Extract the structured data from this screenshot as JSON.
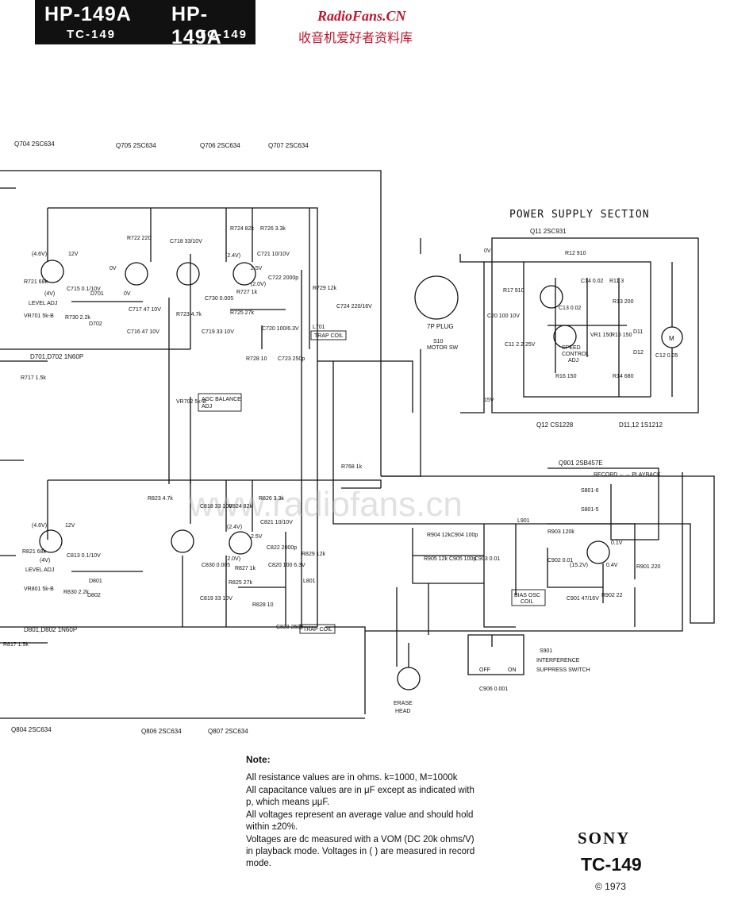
{
  "header": {
    "model_main": [
      "HP-149A",
      "HP-149A"
    ],
    "model_sub": [
      "TC-149",
      "TC-149"
    ],
    "site": "RadioFans.CN",
    "site_cn": "收音机爱好者资料库",
    "watermark": "www.radiofans.cn"
  },
  "transistors_top": [
    "Q704  2SC634",
    "Q705  2SC634",
    "Q706  2SC634",
    "Q707  2SC634"
  ],
  "transistors_bottom": [
    "Q804  2SC634",
    "Q806  2SC634",
    "Q807  2SC634"
  ],
  "power_supply": {
    "title": "POWER SUPPLY SECTION",
    "q11": "Q11  2SC931",
    "q12": "Q12  CS1228",
    "diodes": "D11,12  1S1212",
    "parts": [
      "R12 910",
      "R17 910",
      "C14 0.02",
      "R11 3",
      "R13 200",
      "C13 0.02",
      "VR1 150",
      "R15 150",
      "D11",
      "D12",
      "C12 0.05",
      "R16 150",
      "R14 680",
      "C20 100 10V",
      "C11 2.2 25V"
    ],
    "speed_adj": [
      "SPEED",
      "CONTROL",
      "ADJ"
    ],
    "motor": "M",
    "plug": "7P PLUG",
    "switch": [
      "S10",
      "MOTOR SW"
    ],
    "v_top": "0V",
    "v_bottom": "15V"
  },
  "top_channel": {
    "labels": [
      "R721 68k",
      "C715 0.1/10V",
      "D701",
      "LEVEL ADJ",
      "VR701 5k-B",
      "R730 2.2k",
      "D702",
      "R722 220",
      "C717 47 10V",
      "C716 47 10V",
      "C718 33/10V",
      "R723 4.7k",
      "C719 33 10V",
      "C730 0.005",
      "R724 82k",
      "R726 3.3k",
      "C721 10/10V",
      "C722 2000p",
      "R727 1k",
      "R725 27k",
      "C720 100/6.3V",
      "R728 10",
      "C723 250p",
      "R729 12k",
      "C724 220/16V",
      "L701"
    ],
    "voltages": [
      "(4.6V)",
      "12V",
      "(4V)",
      "0V",
      "0V",
      "(2.4V)",
      "2.5V",
      "(2.0V)"
    ],
    "diode_line": "D701,D702 1N60P",
    "r717": "R717 1.5k",
    "trap_coil": "TRAP COIL"
  },
  "agc": {
    "vr": "VR702 5k-B",
    "label": [
      "AGC BALANCE",
      "ADJ"
    ],
    "r768": "R768 1k"
  },
  "bottom_channel": {
    "labels": [
      "R821 68k",
      "C813 0.1/10V",
      "D801",
      "LEVEL ADJ",
      "VR801 5k-B",
      "R830 2.2k",
      "D802",
      "R823 4.7k",
      "C818 33 10V",
      "C819 33 10V",
      "C830 0.005",
      "R824 82k",
      "R826 3.3k",
      "C821 10/10V",
      "C822 2000p",
      "C820 100 6.3V",
      "R827 1k",
      "R825 27k",
      "R828 10",
      "R829 12k",
      "L801",
      "C823 250p"
    ],
    "voltages": [
      "(4.6V)",
      "12V",
      "(4V)",
      "(2.4V)",
      "2.5V",
      "(2.0V)"
    ],
    "diode_line": "D801,D802 1N60P",
    "r817": "R817 1.5k",
    "trap_coil": "TRAP COIL"
  },
  "bias_osc": {
    "q901": "Q901  2SB457E",
    "rec_pb": "RECORD ←→ PLAYBACK",
    "s801_6": "S801-6",
    "s801_5": "S801-5",
    "parts": [
      "R904 12k",
      "C904 100p",
      "R905 12k",
      "C905 100p",
      "C903 0.01",
      "L901",
      "R903 120k",
      "C902 0.01",
      "C901 47/16V",
      "R902 22",
      "R901 220"
    ],
    "voltages": [
      "0.1V",
      "0.4V",
      "(15.2V)"
    ],
    "coil": [
      "BIAS OSC",
      "COIL"
    ],
    "s901": "S901",
    "s901_label": [
      "INTERFERENCE",
      "SUPPRESS SWITCH"
    ],
    "off_on": [
      "OFF",
      "ON"
    ],
    "c906": "C906 0.001",
    "erase": [
      "ERASE",
      "HEAD"
    ]
  },
  "notes": {
    "title": "Note:",
    "lines": [
      "All resistance values are in ohms. k=1000, M=1000k",
      "All capacitance values are in μF except as indicated with p, which means μμF.",
      "All voltages represent an average value and should hold within ±20%.",
      "Voltages are dc measured with a VOM (DC 20k ohms/V) in playback mode. Voltages in ( ) are measured in record mode."
    ]
  },
  "brand": {
    "name": "SONY",
    "model": "TC-149",
    "copyright": "© 1973"
  }
}
